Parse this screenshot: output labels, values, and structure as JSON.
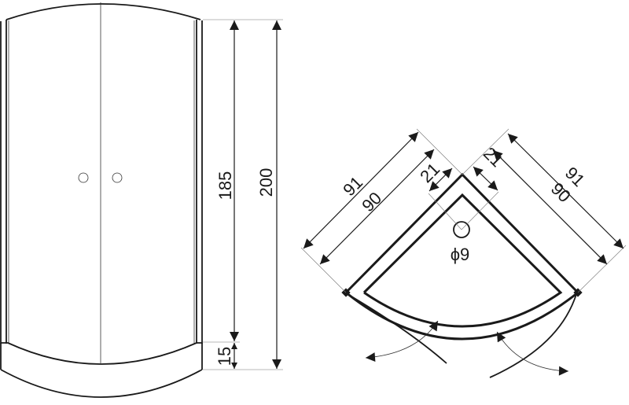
{
  "front_view": {
    "dimensions": {
      "door_height": "185",
      "total_height": "200",
      "tray_height": "15"
    }
  },
  "top_view": {
    "dimensions": {
      "left_outer_width": "91",
      "left_inner_width": "90",
      "left_drain_offset": "21",
      "right_outer_width": "91",
      "right_inner_width": "90",
      "right_drain_offset": "21",
      "drain_diameter": "ϕ9"
    }
  }
}
